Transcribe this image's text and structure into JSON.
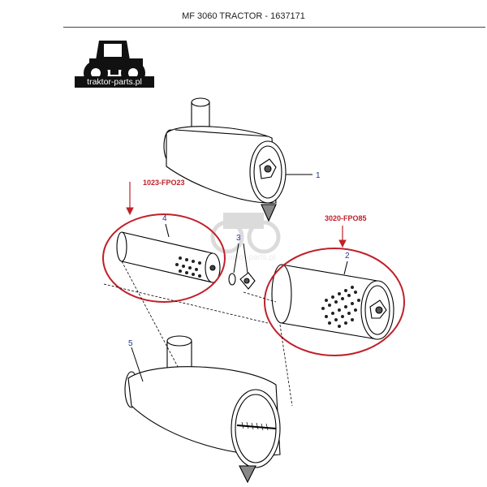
{
  "header": {
    "title": "MF 3060 TRACTOR - 1637171"
  },
  "logo": {
    "text": "traktor-parts.pl",
    "icon": "tractor-icon"
  },
  "watermark": {
    "text": "traktor-parts.pl"
  },
  "callouts": {
    "part1": "1",
    "part2": "2",
    "part3": "3",
    "part4": "4",
    "part5": "5",
    "code_inner": "1023-FPO23",
    "code_outer": "3020-FPO85"
  },
  "colors": {
    "highlight": "#c0202a",
    "callout_number": "#1e3a8a",
    "line": "#000000"
  }
}
